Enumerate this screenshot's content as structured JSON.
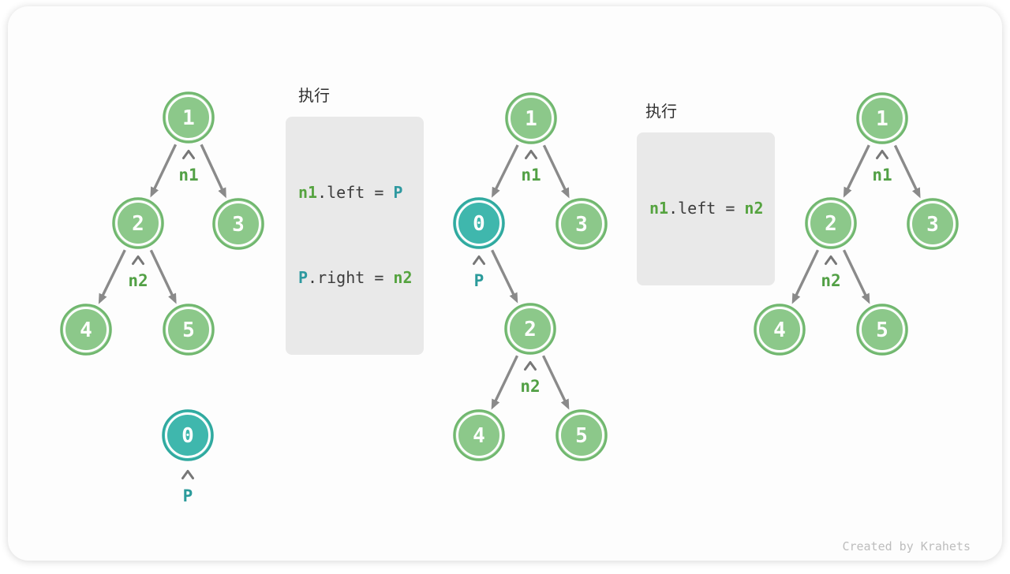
{
  "watermark": "Created by Krahets",
  "colors": {
    "node_green_fill": "#8cc88a",
    "node_green_border": "#6fb66d",
    "node_teal_fill": "#3fb7ad",
    "node_teal_border": "#2fa89e",
    "edge_gray": "#8a8a8a",
    "pointer_green": "#52a045",
    "pointer_teal": "#2b9b9b",
    "code_green": "#55a33f",
    "code_teal": "#2e99a0",
    "code_box_bg": "#e9e9e9",
    "block_arrow_gray": "#c4c4c4"
  },
  "code_blocks": [
    {
      "heading": "执行",
      "lines": [
        {
          "t0": "n1",
          "t1": ".left = ",
          "t2": "P"
        },
        {
          "t0": "P",
          "t1": ".right = ",
          "t2": "n2"
        }
      ]
    },
    {
      "heading": "执行",
      "lines": [
        {
          "t0": "n1",
          "t1": ".left = ",
          "t2": "n2"
        }
      ]
    }
  ],
  "trees": {
    "left": {
      "node1": "1",
      "node2": "2",
      "node3": "3",
      "node4": "4",
      "node5": "5",
      "node0": "0",
      "label_n1": "n1",
      "label_n2": "n2",
      "label_p": "P"
    },
    "middle": {
      "node1": "1",
      "node0": "0",
      "node3": "3",
      "node2": "2",
      "node4": "4",
      "node5": "5",
      "label_n1": "n1",
      "label_p": "P",
      "label_n2": "n2"
    },
    "right": {
      "node1": "1",
      "node2": "2",
      "node3": "3",
      "node4": "4",
      "node5": "5",
      "label_n1": "n1",
      "label_n2": "n2"
    }
  }
}
